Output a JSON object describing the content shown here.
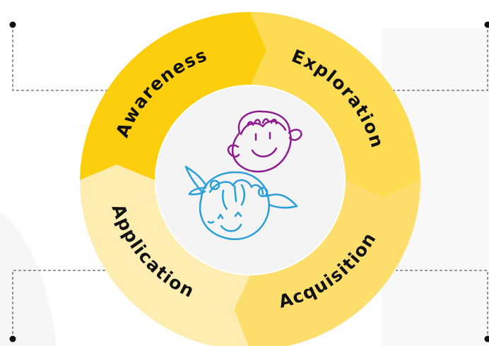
{
  "diagram": {
    "stages": [
      {
        "id": "awareness",
        "label": "Awareness"
      },
      {
        "id": "exploration",
        "label": "Exploration"
      },
      {
        "id": "acquisition",
        "label": "Acquisition"
      },
      {
        "id": "application",
        "label": "Application"
      }
    ],
    "center_illustration": "two-children-faces-doodle",
    "colors": {
      "awareness": "#FDCE0E",
      "exploration": "#FDDB52",
      "acquisition": "#FDDE6C",
      "application": "#FEEDB0",
      "boy_face": "#8E1C8E",
      "girl_face": "#2A9FD8",
      "connector": "#222222"
    }
  }
}
